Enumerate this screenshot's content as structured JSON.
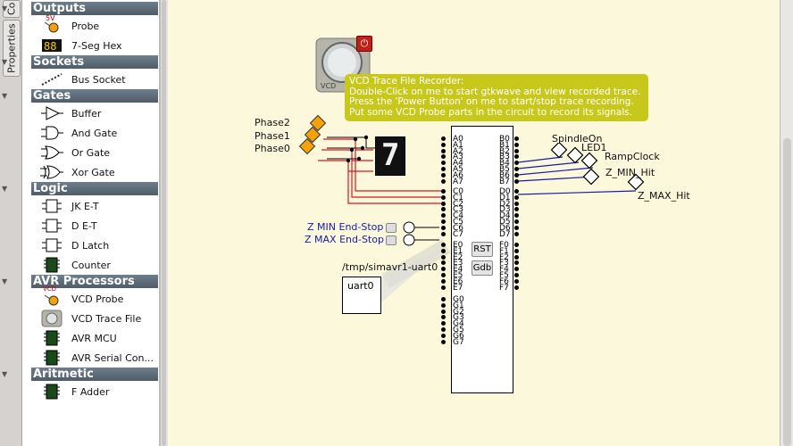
{
  "sidebar_tabs": [
    "Co",
    "Properties"
  ],
  "categories": [
    {
      "title": "Outputs",
      "items": [
        {
          "label": "Probe",
          "icon": "probe-icon"
        },
        {
          "label": "7-Seg Hex",
          "icon": "seven-seg-icon"
        }
      ]
    },
    {
      "title": "Sockets",
      "items": [
        {
          "label": "Bus Socket",
          "icon": "bus-socket-icon"
        }
      ]
    },
    {
      "title": "Gates",
      "items": [
        {
          "label": "Buffer",
          "icon": "buffer-gate-icon"
        },
        {
          "label": "And Gate",
          "icon": "and-gate-icon"
        },
        {
          "label": "Or Gate",
          "icon": "or-gate-icon"
        },
        {
          "label": "Xor Gate",
          "icon": "xor-gate-icon"
        }
      ]
    },
    {
      "title": "Logic",
      "items": [
        {
          "label": "JK E-T",
          "icon": "jk-flipflop-icon"
        },
        {
          "label": "D E-T",
          "icon": "d-flipflop-icon"
        },
        {
          "label": "D Latch",
          "icon": "d-latch-icon"
        },
        {
          "label": "Counter",
          "icon": "counter-icon"
        }
      ]
    },
    {
      "title": "AVR Processors",
      "items": [
        {
          "label": "VCD Probe",
          "icon": "vcd-probe-icon"
        },
        {
          "label": "VCD Trace File",
          "icon": "vcd-trace-icon"
        },
        {
          "label": "AVR MCU",
          "icon": "chip-icon"
        },
        {
          "label": "AVR Serial Con...",
          "icon": "chip-icon"
        }
      ]
    },
    {
      "title": "Aritmetic",
      "items": [
        {
          "label": "F Adder",
          "icon": "chip-icon"
        }
      ]
    }
  ],
  "probe_small_label": "5V",
  "vcd_probe_small_label": "VCD",
  "tooltip": {
    "line1": "VCD Trace File Recorder:",
    "line2": "Double-Click on me to start gtkwave and view recorded trace.",
    "line3": "Press the 'Power Button' on me to start/stop trace recording.",
    "line4": "Put some VCD Probe parts in the circuit to record its signals."
  },
  "vcd_device_label": "VCD",
  "phase_labels": [
    "Phase2",
    "Phase1",
    "Phase0"
  ],
  "seven_seg_value": "7",
  "endstops": [
    "Z MIN End-Stop",
    "Z MAX End-Stop"
  ],
  "uart": {
    "path": "/tmp/simavr1-uart0",
    "name": "uart0"
  },
  "chip_buttons": [
    "RST",
    "Gdb"
  ],
  "ports_left": [
    "A0",
    "A1",
    "A2",
    "A3",
    "A4",
    "A5",
    "A6",
    "A7",
    "C0",
    "C1",
    "C2",
    "C3",
    "C4",
    "C5",
    "C6",
    "C7",
    "E0",
    "E1",
    "E2",
    "E3",
    "E4",
    "E5",
    "E6",
    "E7",
    "G0",
    "G1",
    "G2",
    "G3",
    "G4",
    "G5",
    "G6",
    "G7"
  ],
  "ports_right": [
    "B0",
    "B1",
    "B2",
    "B3",
    "B4",
    "B5",
    "B6",
    "B7",
    "D0",
    "D1",
    "D2",
    "D3",
    "D4",
    "D5",
    "D6",
    "D7",
    "F0",
    "F1",
    "F2",
    "F3",
    "F4",
    "F5",
    "F6",
    "F7"
  ],
  "output_probes": [
    "SpindleOn",
    "LED1",
    "RampClock",
    "Z_MIN_Hit",
    "Z_MAX_Hit"
  ],
  "colors": {
    "category_bg": "#5a6874",
    "canvas_bg": "#fbf8dc",
    "tooltip_bg": "#c8c81c",
    "wire_red": "#d81818",
    "wire_blue": "#1a1aa8",
    "probe_orange": "#f5a20a"
  }
}
